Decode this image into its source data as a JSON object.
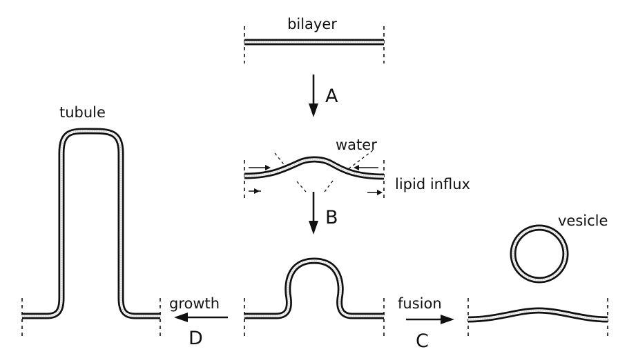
{
  "labels": {
    "bilayer": "bilayer",
    "tubule": "tubule",
    "water": "water",
    "lipid_influx": "lipid influx",
    "vesicle": "vesicle",
    "growth": "growth",
    "fusion": "fusion"
  },
  "steps": {
    "a": "A",
    "b": "B",
    "c": "C",
    "d": "D"
  }
}
